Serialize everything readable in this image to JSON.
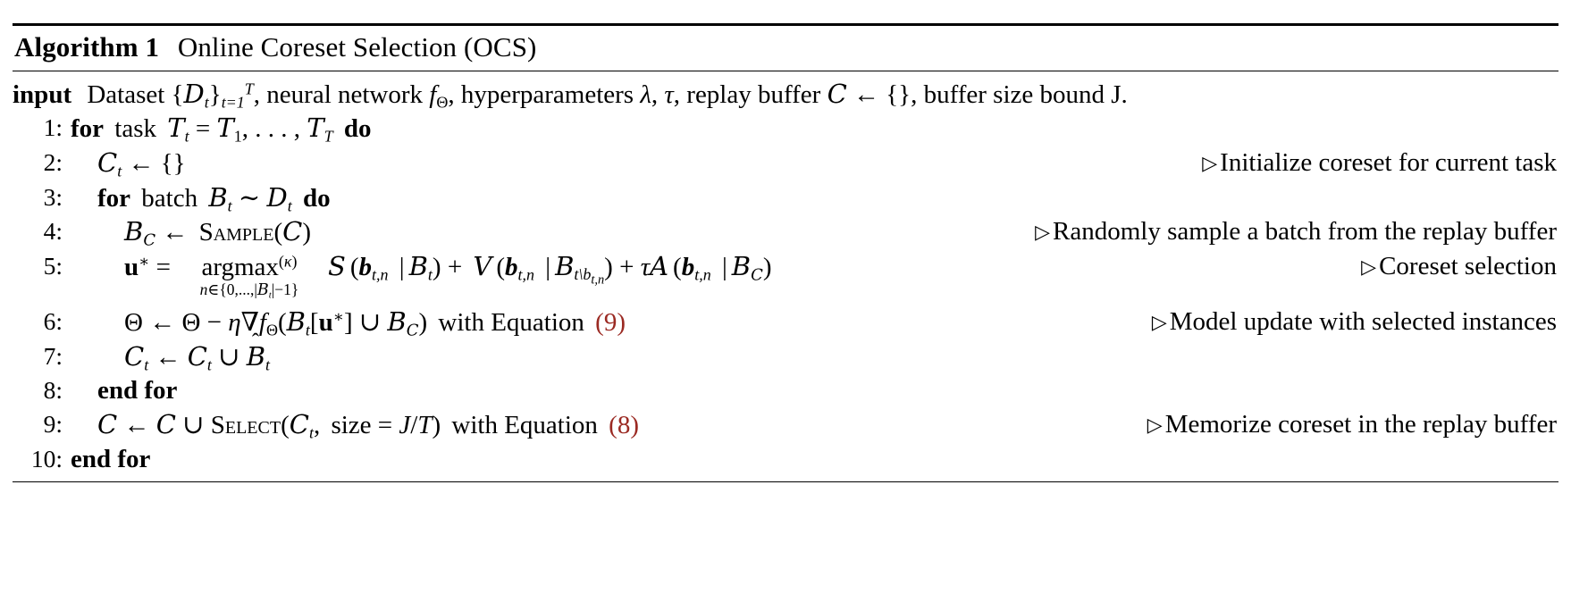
{
  "algorithm": {
    "label": "Algorithm 1",
    "title": "Online Coreset Selection (OCS)",
    "input_keyword": "input",
    "input_text": "Dataset {D_t}_{t=1}^{T}, neural network f_Θ, hyperparameters λ, τ, replay buffer C ← {}, buffer size bound J.",
    "comment_marker": "▷",
    "eq_ref_color": "#9b2a23",
    "lines": [
      {
        "number": "1:",
        "indent": 1,
        "code_plain": "for task T_t = T_1, ..., T_T do",
        "comment": ""
      },
      {
        "number": "2:",
        "indent": 2,
        "code_plain": "C_t ← {}",
        "comment": "Initialize coreset for current task"
      },
      {
        "number": "3:",
        "indent": 2,
        "code_plain": "for batch B_t ~ D_t do",
        "comment": ""
      },
      {
        "number": "4:",
        "indent": 3,
        "code_plain": "B_C ← Sample(C)",
        "comment": "Randomly sample a batch from the replay buffer"
      },
      {
        "number": "5:",
        "indent": 3,
        "code_plain": "u* = argmax^{(κ)}_{n∈{0,...,|B_t|-1}} S(b_{t,n} | B_t) + V(b_{t,n} | B_{t\\b_{t,n}}) + τA(b_{t,n} | B_C)",
        "comment": "Coreset selection"
      },
      {
        "number": "6:",
        "indent": 3,
        "code_plain": "Θ ← Θ − η∇f_Θ(B_t[u*] ∪ B_C) with Equation (9)",
        "comment": "Model update with selected instances"
      },
      {
        "number": "7:",
        "indent": 3,
        "code_plain": "C_t ← C_t ∪ B̂_t",
        "comment": ""
      },
      {
        "number": "8:",
        "indent": 2,
        "code_plain": "end for",
        "comment": ""
      },
      {
        "number": "9:",
        "indent": 2,
        "code_plain": "C ← C ∪ Select(C_t, size = J/T) with Equation (8)",
        "comment": "Memorize coreset in the replay buffer"
      },
      {
        "number": "10:",
        "indent": 1,
        "code_plain": "end for",
        "comment": ""
      }
    ],
    "comments": {
      "line2": "Initialize coreset for current task",
      "line4": "Randomly sample a batch from the replay buffer",
      "line5": "Coreset selection",
      "line6": "Model update with selected instances",
      "line9": "Memorize coreset in the replay buffer"
    },
    "keywords": {
      "for": "for",
      "do": "do",
      "end_for": "end for",
      "task": "task",
      "batch": "batch",
      "with_equation": "with Equation",
      "size": "size",
      "sample": "Sample",
      "select": "Select"
    },
    "equation_refs": {
      "line6": "(9)",
      "line9": "(8)"
    },
    "line_numbers": [
      "1:",
      "2:",
      "3:",
      "4:",
      "5:",
      "6:",
      "7:",
      "8:",
      "9:",
      "10:"
    ]
  }
}
